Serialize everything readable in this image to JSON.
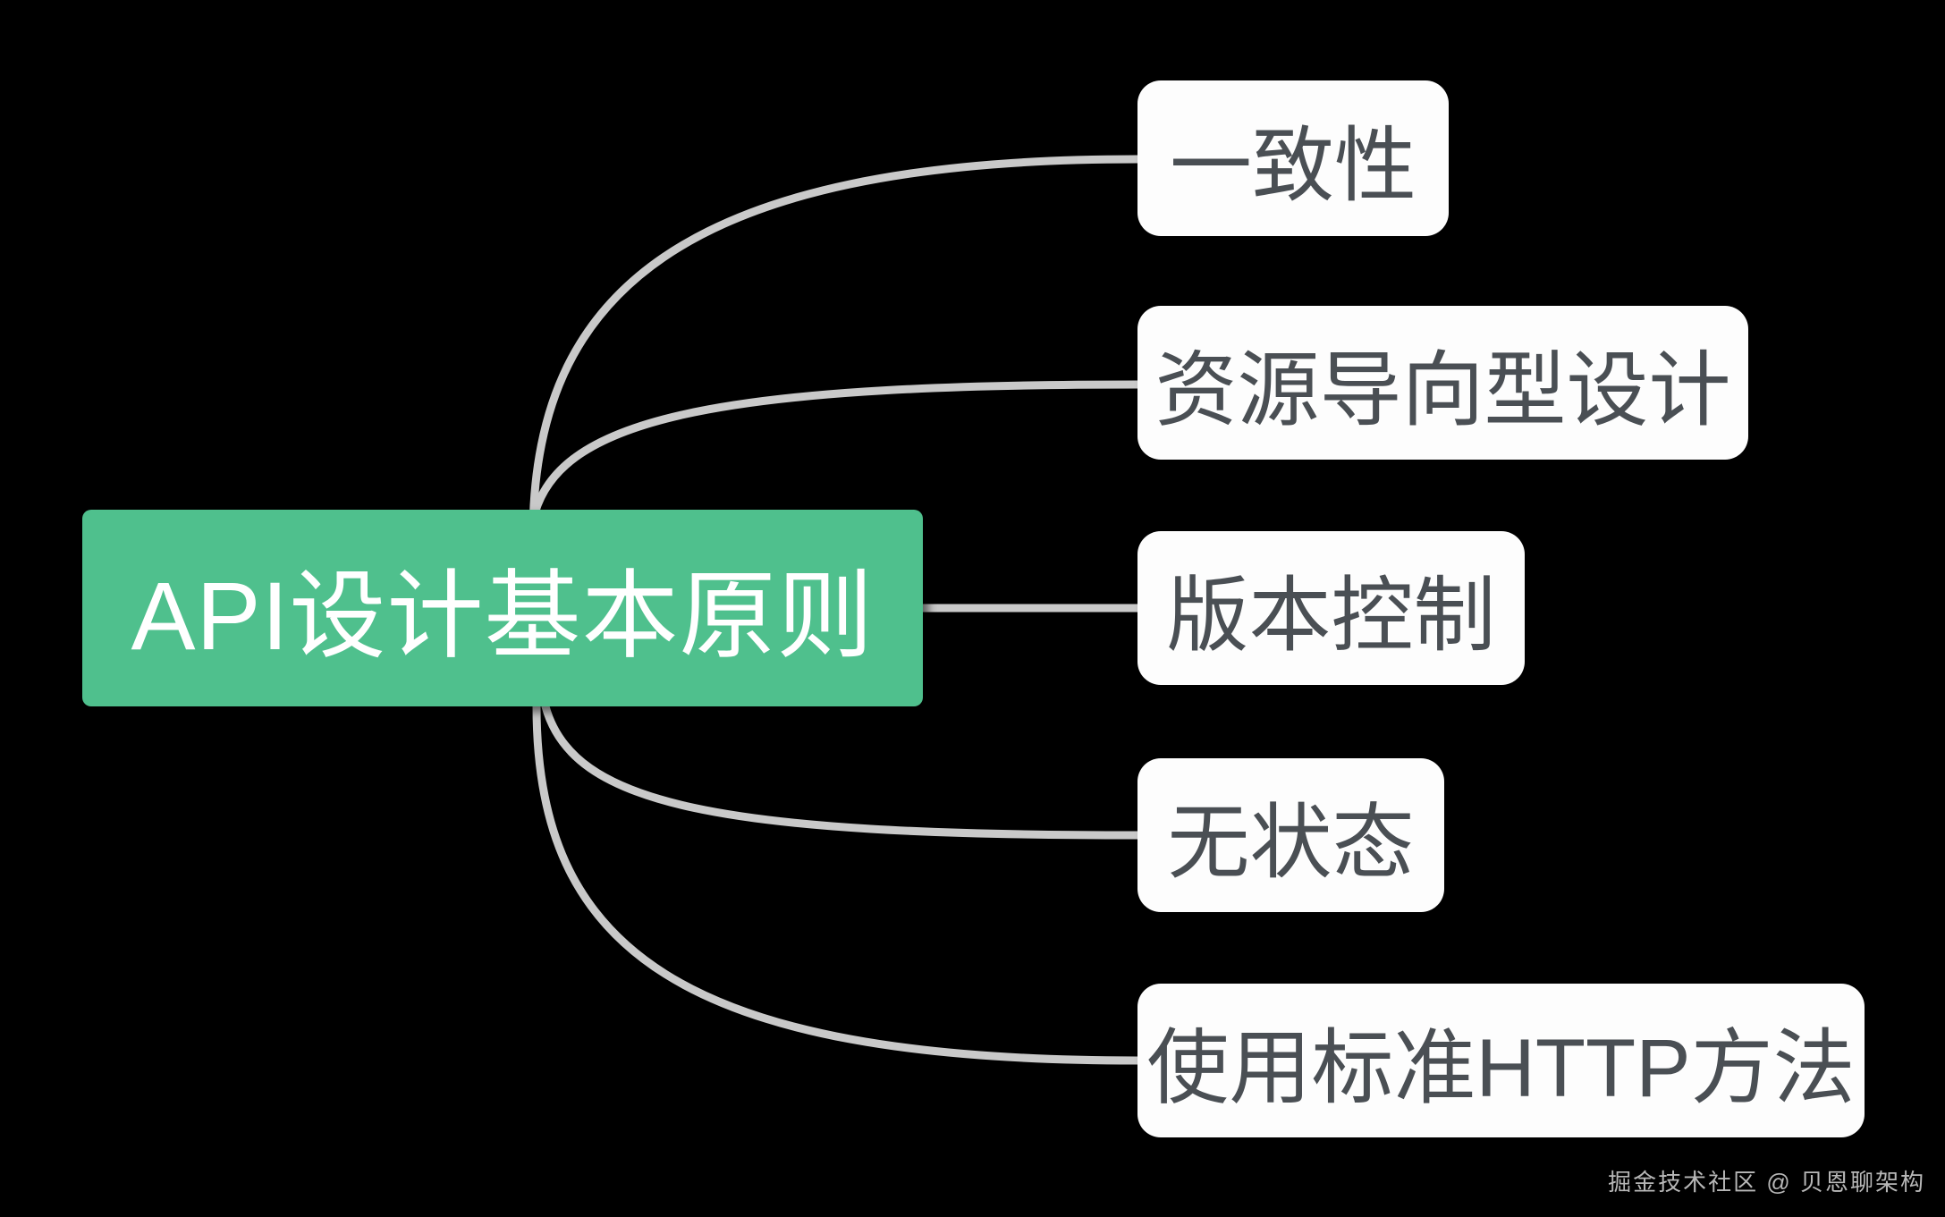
{
  "diagram": {
    "type": "mind-map",
    "background_color": "#000000",
    "root": {
      "label": "API设计基本原则",
      "fill_color": "#4FC08D",
      "text_color": "#FFFFFF"
    },
    "branch_style": {
      "fill_color": "#FDFDFD",
      "text_color": "#4A4F54",
      "edge_color": "#C9C9C9"
    },
    "branches": [
      {
        "id": "consistency",
        "label": "一致性"
      },
      {
        "id": "resource-design",
        "label": "资源导向型设计"
      },
      {
        "id": "versioning",
        "label": "版本控制"
      },
      {
        "id": "stateless",
        "label": "无状态"
      },
      {
        "id": "http-methods",
        "label": "使用标准HTTP方法"
      }
    ]
  },
  "watermark": {
    "text": "掘金技术社区 @ 贝恩聊架构"
  }
}
